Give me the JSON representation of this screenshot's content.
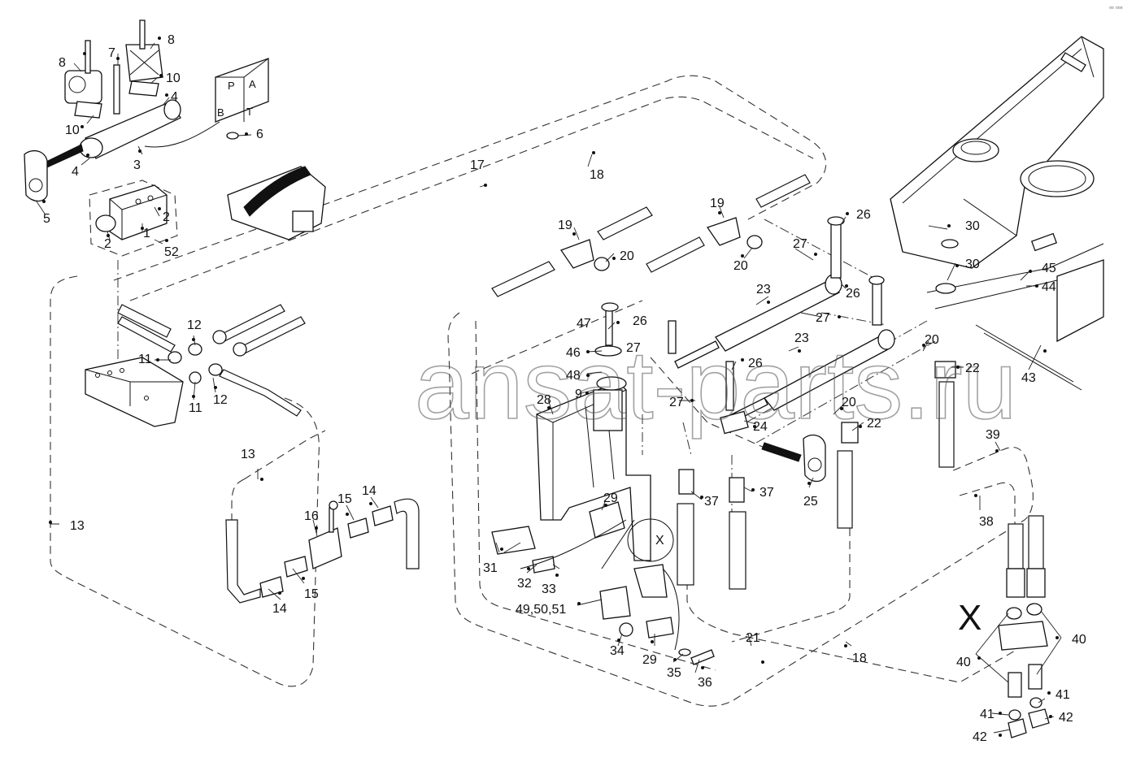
{
  "watermark": "ansat-parts.ru",
  "corner_mark": "▫▫ ▫▫▫",
  "detail_label": "X",
  "detail_circle_label": "X",
  "valve_ports": {
    "p": "P",
    "a": "A",
    "b": "B",
    "t": "T"
  },
  "callouts": {
    "c8a": "8",
    "c8b": "8",
    "c7": "7",
    "c10a": "10",
    "c10b": "10",
    "c4a": "4",
    "c4b": "4",
    "c3": "3",
    "c6": "6",
    "c5": "5",
    "c2a": "2",
    "c2b": "2",
    "c1": "1",
    "c52": "52",
    "c17": "17",
    "c18a": "18",
    "c18b": "18",
    "c19a": "19",
    "c19b": "19",
    "c20a": "20",
    "c20b": "20",
    "c20c": "20",
    "c20d": "20",
    "c26a": "26",
    "c26b": "26",
    "c26c": "26",
    "c26d": "26",
    "c27a": "27",
    "c27b": "27",
    "c27c": "27",
    "c27d": "27",
    "c30a": "30",
    "c30b": "30",
    "c45": "45",
    "c44": "44",
    "c43": "43",
    "c23a": "23",
    "c23b": "23",
    "c22a": "22",
    "c22b": "22",
    "c24": "24",
    "c25": "25",
    "c47": "47",
    "c46": "46",
    "c48": "48",
    "c9": "9",
    "c28": "28",
    "c12a": "12",
    "c12b": "12",
    "c11a": "11",
    "c11b": "11",
    "c13a": "13",
    "c13b": "13",
    "c14a": "14",
    "c14b": "14",
    "c15a": "15",
    "c15b": "15",
    "c16": "16",
    "c29a": "29",
    "c29b": "29",
    "c31": "31",
    "c32": "32",
    "c33": "33",
    "c37a": "37",
    "c37b": "37",
    "c49": "49,50,51",
    "c34": "34",
    "c35": "35",
    "c36": "36",
    "c21": "21",
    "c39": "39",
    "c38": "38",
    "c40a": "40",
    "c40b": "40",
    "c41a": "41",
    "c41b": "41",
    "c42a": "42",
    "c42b": "42"
  }
}
